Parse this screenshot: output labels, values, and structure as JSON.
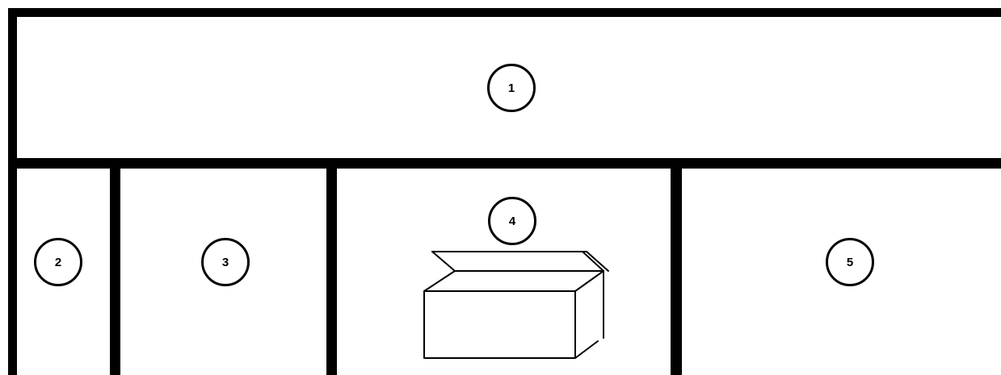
{
  "regions": [
    {
      "label": "1"
    },
    {
      "label": "2"
    },
    {
      "label": "3"
    },
    {
      "label": "4"
    },
    {
      "label": "5"
    }
  ],
  "colors": {
    "line": "#000000",
    "background": "#ffffff"
  },
  "icons": {
    "region_4": "open-box-icon"
  }
}
